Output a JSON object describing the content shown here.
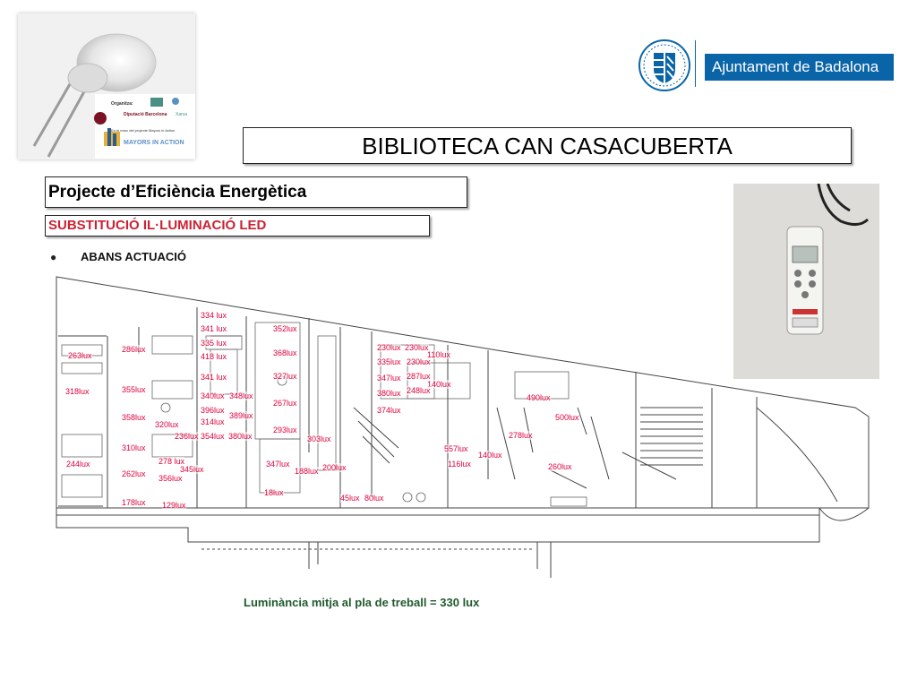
{
  "document": {
    "title": "BIBLIOTECA CAN CASACUBERTA",
    "project": "Projecte d’Eficiència Energètica",
    "subtitle": "SUBSTITUCIÓ IL·LUMINACIÓ LED",
    "bullet": "ABANS ACTUACIÓ",
    "summary": "Luminància mitja al pla de treball = 330 lux"
  },
  "header": {
    "ajuntament": "Ajuntament de Badalona",
    "organizer_title": "Organitza:",
    "org_dipu": "Diputació Barcelona",
    "org_xarxa": "Xarxa",
    "org_note": "En el marc del projecte Mayors in Action",
    "org_mayors": "MAYORS IN ACTION"
  },
  "colors": {
    "lux_label": "#e0003c",
    "subtitle": "#cc2233",
    "summary": "#1f5a2c",
    "brand_blue": "#0a64a8"
  },
  "lux_readings": [
    "334 lux",
    "341 lux",
    "335 lux",
    "418 lux",
    "341 lux",
    "340lux",
    "348lux",
    "396lux",
    "389lux",
    "314lux",
    "320lux",
    "236lux",
    "354lux",
    "380lux",
    "352lux",
    "368lux",
    "327lux",
    "267lux",
    "293lux",
    "303lux",
    "347lux",
    "188lux",
    "200lux",
    "18lux",
    "45lux",
    "80lux",
    "230lux",
    "230lux",
    "110lux",
    "335lux",
    "230lux",
    "347lux",
    "287lux",
    "140lux",
    "380lux",
    "248lux",
    "374lux",
    "263lux",
    "286lux",
    "318lux",
    "355lux",
    "358lux",
    "310lux",
    "244lux",
    "278 lux",
    "345lux",
    "356lux",
    "262lux",
    "178lux",
    "129lux",
    "557lux",
    "140lux",
    "116lux",
    "490lux",
    "500lux",
    "278lux",
    "260lux"
  ]
}
